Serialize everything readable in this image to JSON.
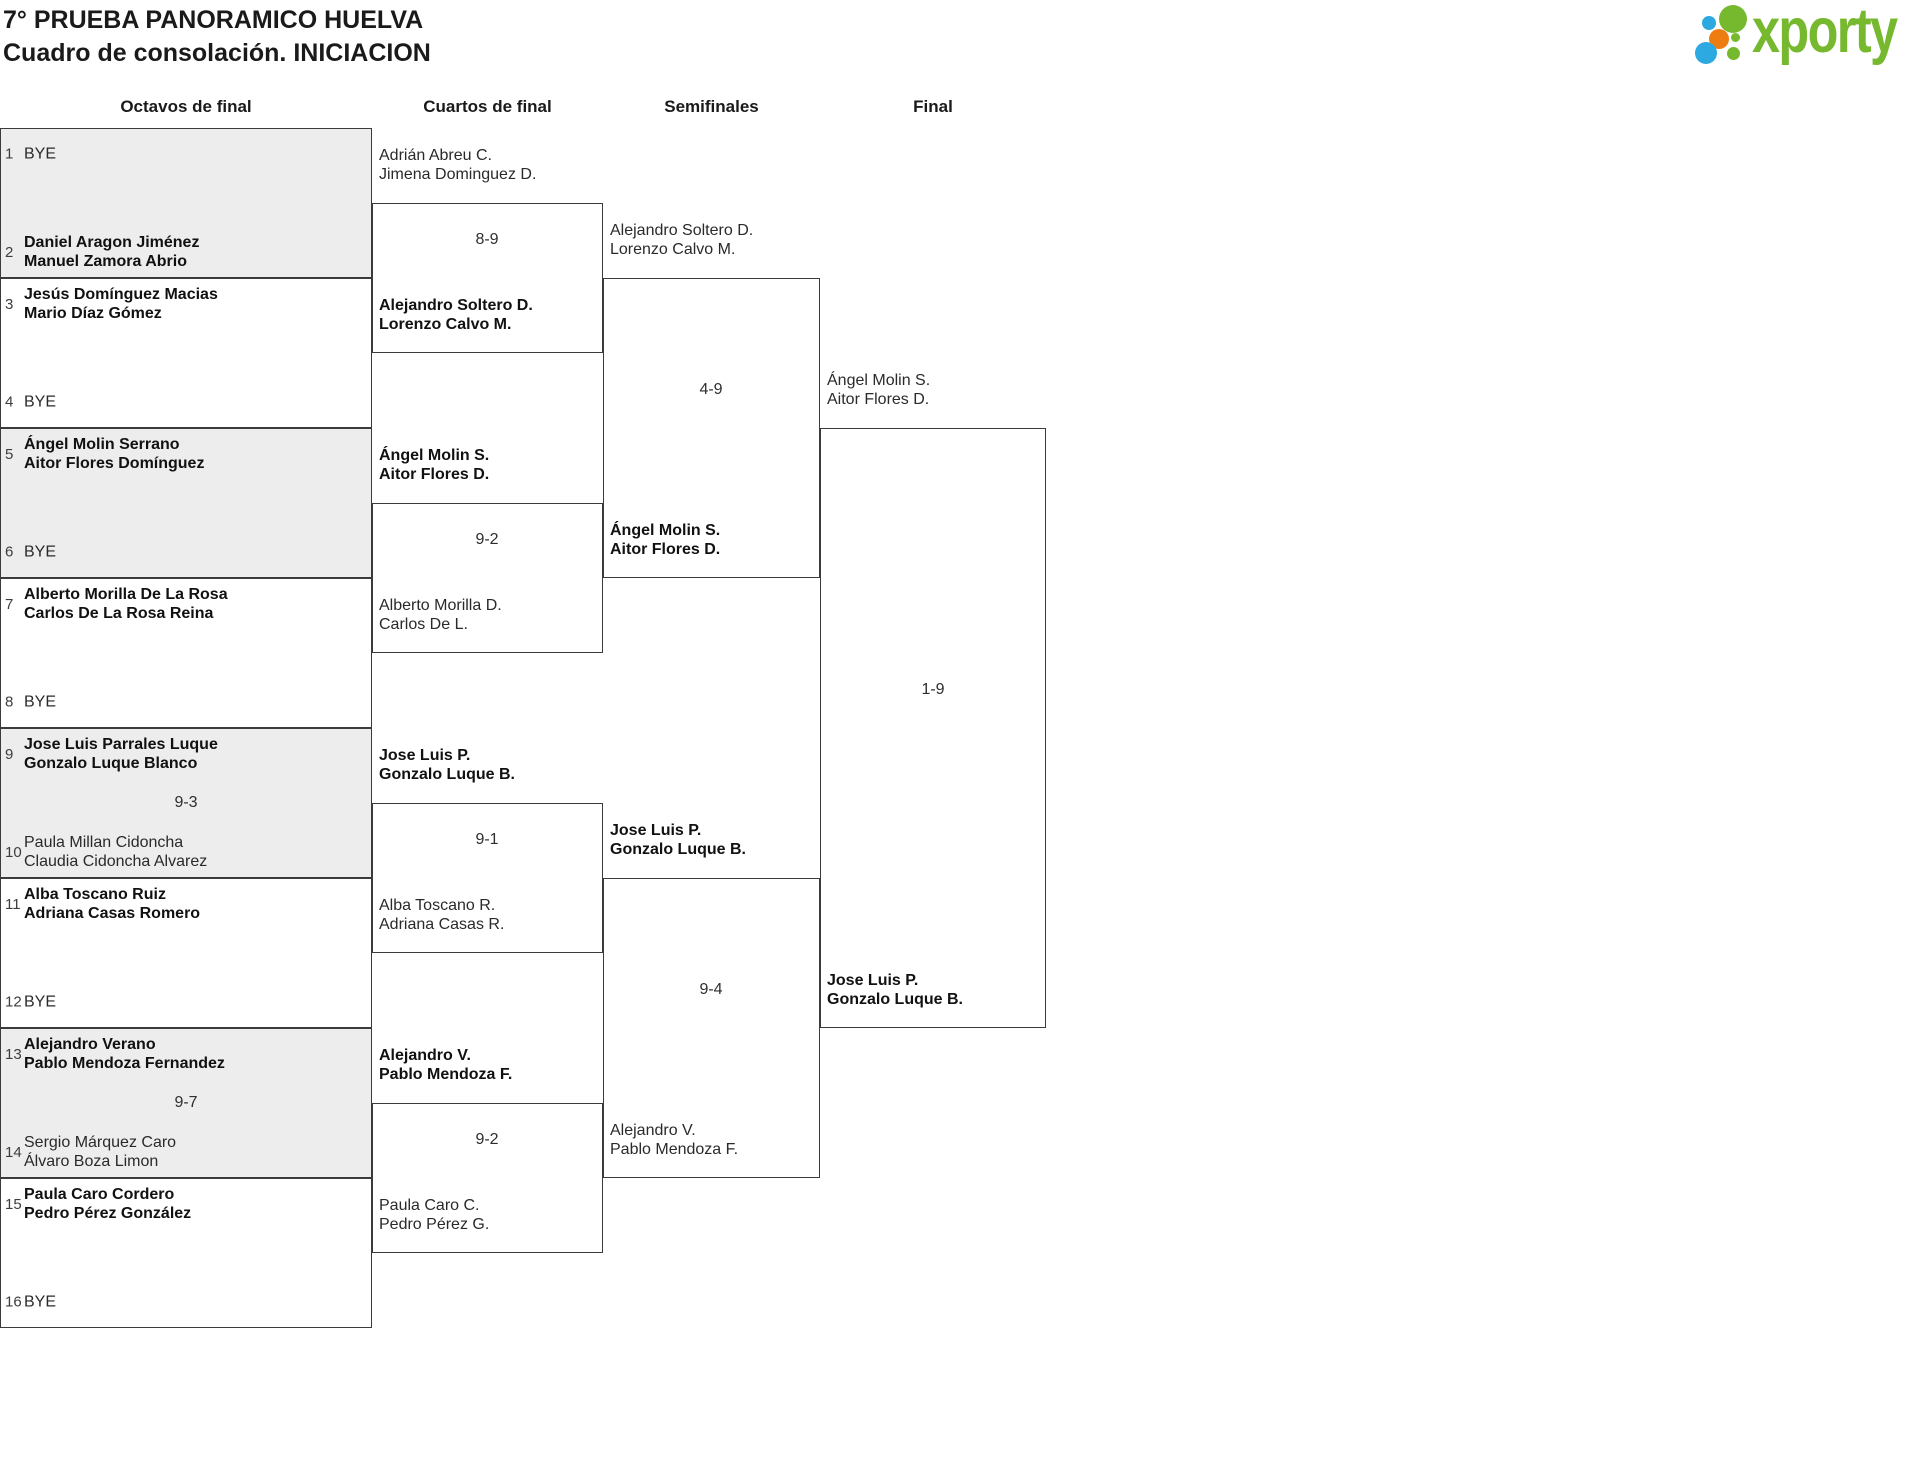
{
  "title": {
    "line1": "7° PRUEBA PANORAMICO HUELVA",
    "line2": "Cuadro de consolación. INICIACION"
  },
  "brand": {
    "name": "xporty"
  },
  "colors": {
    "logo_green": "#76b82e",
    "logo_blue": "#2ba9e0",
    "logo_orange": "#ee7d11",
    "box_fill_alt": "#ededed",
    "border": "#3b3b3b"
  },
  "round_headers": [
    {
      "label": "Octavos de final"
    },
    {
      "label": "Cuartos de final"
    },
    {
      "label": "Semifinales"
    },
    {
      "label": "Final"
    }
  ],
  "octavos": {
    "slots": [
      {
        "num": "1",
        "bye": true,
        "players": [
          "BYE"
        ],
        "advanced": false
      },
      {
        "num": "2",
        "bye": false,
        "players": [
          "Daniel Aragon Jiménez",
          "Manuel Zamora Abrio"
        ],
        "advanced": true
      },
      {
        "num": "3",
        "bye": false,
        "players": [
          "Jesús Domínguez Macias",
          "Mario Díaz Gómez"
        ],
        "advanced": true
      },
      {
        "num": "4",
        "bye": true,
        "players": [
          "BYE"
        ],
        "advanced": false
      },
      {
        "num": "5",
        "bye": false,
        "players": [
          "Ángel Molin Serrano",
          "Aitor Flores Domínguez"
        ],
        "advanced": true
      },
      {
        "num": "6",
        "bye": true,
        "players": [
          "BYE"
        ],
        "advanced": false
      },
      {
        "num": "7",
        "bye": false,
        "players": [
          "Alberto Morilla De La Rosa",
          "Carlos De La Rosa Reina"
        ],
        "advanced": true
      },
      {
        "num": "8",
        "bye": true,
        "players": [
          "BYE"
        ],
        "advanced": false
      },
      {
        "num": "9",
        "bye": false,
        "players": [
          "Jose Luis Parrales Luque",
          "Gonzalo Luque Blanco"
        ],
        "advanced": true
      },
      {
        "num": "10",
        "bye": false,
        "players": [
          "Paula Millan Cidoncha",
          "Claudia Cidoncha Alvarez"
        ],
        "advanced": false
      },
      {
        "num": "11",
        "bye": false,
        "players": [
          "Alba Toscano Ruiz",
          "Adriana Casas Romero"
        ],
        "advanced": true
      },
      {
        "num": "12",
        "bye": true,
        "players": [
          "BYE"
        ],
        "advanced": false
      },
      {
        "num": "13",
        "bye": false,
        "players": [
          "Alejandro Verano",
          "Pablo Mendoza Fernandez"
        ],
        "advanced": true
      },
      {
        "num": "14",
        "bye": false,
        "players": [
          "Sergio Márquez Caro",
          "Álvaro Boza Limon"
        ],
        "advanced": false
      },
      {
        "num": "15",
        "bye": false,
        "players": [
          "Paula Caro Cordero",
          "Pedro Pérez González"
        ],
        "advanced": true
      },
      {
        "num": "16",
        "bye": true,
        "players": [
          "BYE"
        ],
        "advanced": false
      }
    ],
    "scores": [
      {
        "match_index": 4,
        "score": "9-3"
      },
      {
        "match_index": 6,
        "score": "9-7"
      }
    ]
  },
  "cuartos": {
    "entries": [
      {
        "players": [
          "Adrián Abreu C.",
          "Jimena Dominguez D."
        ],
        "advanced": false
      },
      {
        "players": [
          "Alejandro Soltero D.",
          "Lorenzo Calvo M."
        ],
        "advanced": true
      },
      {
        "players": [
          "Ángel Molin S.",
          "Aitor Flores D."
        ],
        "advanced": true
      },
      {
        "players": [
          "Alberto Morilla D.",
          "Carlos De L."
        ],
        "advanced": false
      },
      {
        "players": [
          "Jose Luis P.",
          "Gonzalo Luque B."
        ],
        "advanced": true
      },
      {
        "players": [
          "Alba Toscano R.",
          "Adriana Casas R."
        ],
        "advanced": false
      },
      {
        "players": [
          "Alejandro V.",
          "Pablo Mendoza F."
        ],
        "advanced": true
      },
      {
        "players": [
          "Paula Caro C.",
          "Pedro Pérez G."
        ],
        "advanced": false
      }
    ],
    "scores": [
      "8-9",
      "9-2",
      "9-1",
      "9-2"
    ]
  },
  "semifinales": {
    "entries": [
      {
        "players": [
          "Alejandro Soltero D.",
          "Lorenzo Calvo M."
        ],
        "advanced": false
      },
      {
        "players": [
          "Ángel Molin S.",
          "Aitor Flores D."
        ],
        "advanced": true
      },
      {
        "players": [
          "Jose Luis P.",
          "Gonzalo Luque B."
        ],
        "advanced": true
      },
      {
        "players": [
          "Alejandro V.",
          "Pablo Mendoza F."
        ],
        "advanced": false
      }
    ],
    "scores": [
      "4-9",
      "9-4"
    ]
  },
  "final": {
    "entries": [
      {
        "players": [
          "Ángel Molin S.",
          "Aitor Flores D."
        ],
        "advanced": false
      },
      {
        "players": [
          "Jose Luis P.",
          "Gonzalo Luque B."
        ],
        "advanced": true
      }
    ],
    "scores": [
      "1-9"
    ]
  }
}
